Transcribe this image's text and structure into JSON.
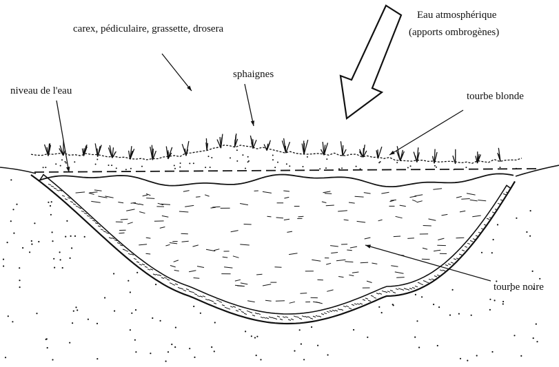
{
  "labels": {
    "vegetation": "carex, pédiculaire, grassette, drosera",
    "sphagnum": "sphaignes",
    "water_level": "niveau de l'eau",
    "light_peat": "tourbe blonde",
    "dark_peat": "tourbe noire",
    "atmospheric_water_line1": "Eau atmosphérique",
    "atmospheric_water_line2": "(apports ombrogènes)"
  },
  "colors": {
    "ink": "#111111",
    "paper": "#ffffff"
  }
}
